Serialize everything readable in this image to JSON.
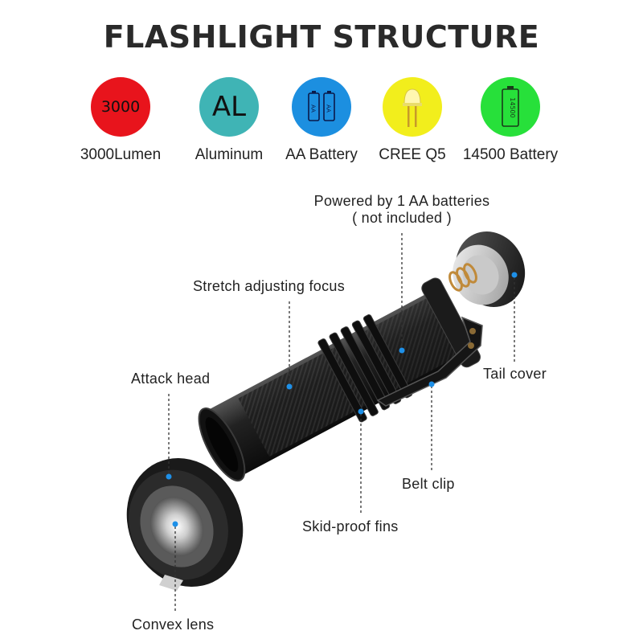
{
  "title": "FLASHLIGHT STRUCTURE",
  "features": [
    {
      "icon_text": "3000",
      "label": "3000Lumen",
      "color": "#e8141c",
      "icon": "lumen-badge-icon"
    },
    {
      "icon_text": "AL",
      "label": "Aluminum",
      "color": "#3fb4b5",
      "icon": "aluminum-badge-icon"
    },
    {
      "icon_text": "AA",
      "label": "AA Battery",
      "color": "#1c8fe0",
      "icon": "aa-battery-icon"
    },
    {
      "icon_text": "",
      "label": "CREE Q5",
      "color": "#f2ee1c",
      "icon": "led-chip-icon"
    },
    {
      "icon_text": "14500",
      "label": "14500 Battery",
      "color": "#27e03a",
      "icon": "14500-battery-icon"
    }
  ],
  "callouts": {
    "powered_line1": "Powered by 1 AA batteries",
    "powered_line2": "( not included )",
    "stretch_focus": "Stretch adjusting focus",
    "attack_head": "Attack head",
    "tail_cover": "Tail cover",
    "belt_clip": "Belt clip",
    "skid_fins": "Skid-proof fins",
    "convex_lens": "Convex lens"
  },
  "colors": {
    "callout_dot": "#1e90e8",
    "body_black": "#1a1a1a"
  }
}
